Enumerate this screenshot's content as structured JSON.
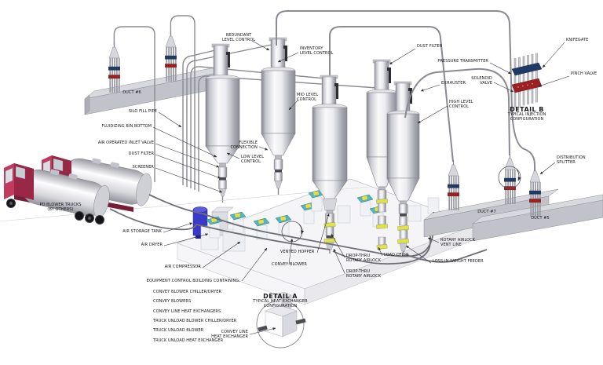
{
  "diagram": {
    "labels": {
      "duct6": "DUCT #6",
      "silo_fill_pipe": "SILO FILL PIPE",
      "fluidizing_bin_bottom": "FLUIDIZING BIN BOTTOM",
      "air_operated_inlet_valve": "AIR OPERATED INLET VALVE",
      "dust_filter_left": "DUST FILTER",
      "screener": "SCREENER",
      "pd_blower_trucks": "PD BLOWER TRUCKS\n(BY OTHERS)",
      "air_storage_tank": "AIR STORAGE TANK",
      "air_dryer": "AIR DRYER",
      "air_compressor": "AIR COMPRESSOR",
      "redundant_level_control": "REDUNDANT\nLEVEL CONTROL",
      "inventory_level_control": "INVENTORY\nLEVEL CONTROL",
      "mid_level_control": "MID LEVEL\nCONTROL",
      "low_level_control": "LOW LEVEL\nCONTROL",
      "flexible_connection": "FLEXIBLE\nCONNECTION",
      "dust_filter_top": "DUST FILTER",
      "pressure_transmitter": "PRESSURE TRANSMITTER",
      "exhauster": "EXHAUSTER",
      "solenoid_valve": "SOLENOID\nVALVE",
      "high_level_control": "HIGH LEVEL\nCONTROL",
      "knifegate": "KNIFEGATE",
      "pinch_valve": "PINCH VALVE",
      "distribution_splitter": "DISTRIBUTION\nSPLITTER",
      "duct7": "DUCT #7",
      "duct5": "DUCT #5",
      "rotary_airlock_vent_line": "ROTARY AIRLOCK\nVENT LINE",
      "loss_in_weight_feeder": "LOSS-IN-WEIGHT FEEDER",
      "load_cells": "LOAD CELLS",
      "drop_thru_rotary_airlock_1": "DROP-THRU\nROTARY AIRLOCK",
      "drop_thru_rotary_airlock_2": "DROP-THRU\nROTARY AIRLOCK",
      "vented_hopper": "VENTED HOPPER",
      "convey_blower": "CONVEY BLOWER",
      "convey_line_heat_exchanger": "CONVEY LINE\nHEAT EXCHANGER"
    },
    "equipment_list": {
      "heading": "EQUIPMENT CONTROL BUILDING CONTAINING:",
      "items": [
        "CONVEY BLOWER CHILLER/DRYER",
        "CONVEY BLOWERS",
        "CONVEY LINE HEAT EXCHANGERS",
        "TRUCK UNLOAD BLOWER CHILLER/DRYER",
        "TRUCK UNLOAD BLOWER",
        "TRUCK UNLOAD HEAT EXCHANGER"
      ]
    },
    "details": {
      "a": {
        "title": "DETAIL A",
        "subtitle": "TYPICAL HEAT EXCHANGER\nCONFIGURATION"
      },
      "b": {
        "title": "DETAIL B",
        "subtitle": "TYPICAL INJECTION\nCONFIGURATION"
      }
    },
    "colors": {
      "knifegate_blue": "#1F3A66",
      "pinch_valve_red": "#9E1F1F",
      "truck_cab_crimson": "#9A2746",
      "airlock_yellow": "#DEE24F",
      "equipment_teal": "#4FB6C6",
      "air_tank_blue": "#3A3AC8",
      "pipe_gray": "#8A8A92"
    }
  }
}
